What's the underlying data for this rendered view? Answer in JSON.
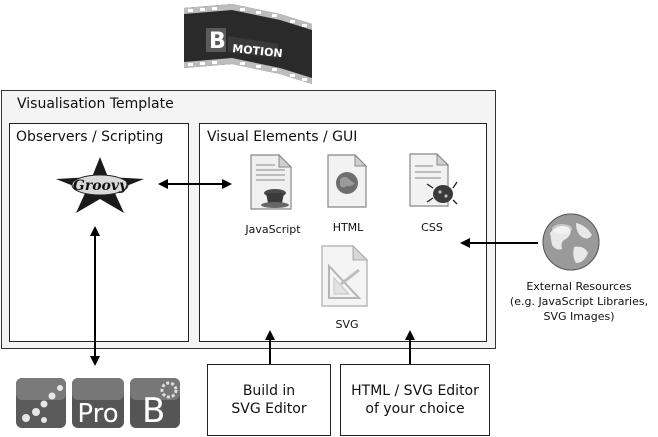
{
  "header": {
    "logo_text": "MOTION",
    "logo_letter": "B"
  },
  "template": {
    "title": "Visualisation Template"
  },
  "observers": {
    "title": "Observers / Scripting",
    "logo_text": "Groovy"
  },
  "visual": {
    "title": "Visual Elements / GUI",
    "items": [
      {
        "label": "JavaScript",
        "icon": "javascript-file-icon"
      },
      {
        "label": "HTML",
        "icon": "html-file-icon"
      },
      {
        "label": "CSS",
        "icon": "css-file-icon"
      },
      {
        "label": "SVG",
        "icon": "svg-file-icon"
      }
    ]
  },
  "external": {
    "line1": "External Resources",
    "line2": "(e.g. JavaScript Libraries,",
    "line3": "SVG Images)"
  },
  "editors": {
    "build_line1": "Build in",
    "build_line2": "SVG Editor",
    "choice_line1": "HTML / SVG Editor",
    "choice_line2": "of your choice"
  },
  "tools": {
    "pro_text": "Pro",
    "b_text": "B"
  },
  "colors": {
    "arrow": "#000000",
    "panel": "#f4f4f4",
    "icon_gray": "#8a8a8a"
  }
}
